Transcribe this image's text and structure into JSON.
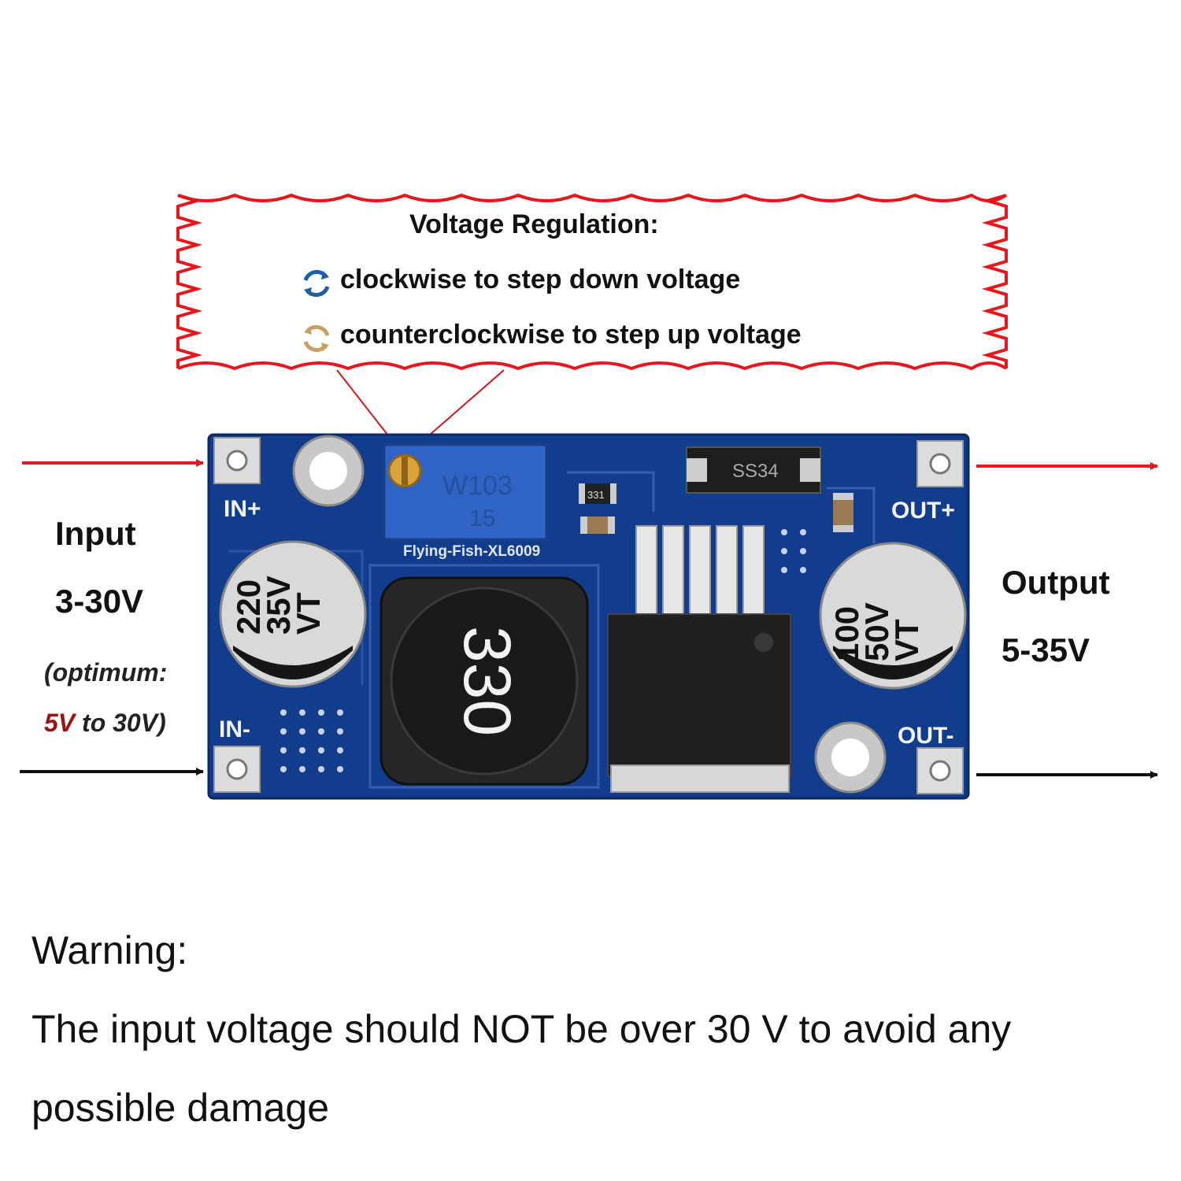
{
  "regulation": {
    "title": "Voltage Regulation",
    "title_suffix": ":",
    "clockwise": "clockwise to step down voltage",
    "counterclockwise": "counterclockwise to step up voltage",
    "icons": {
      "clockwise": "rotate-arrows-icon",
      "counterclockwise": "rotate-arrows-icon"
    },
    "colors": {
      "frame": "#e8161c",
      "clockwise_icon": "#1f5fa8",
      "counterclockwise_icon": "#c9a064"
    }
  },
  "input": {
    "label": "Input",
    "range": "3-30V",
    "note_prefix": "(optimum",
    "note_colon": ":",
    "note_value": "5V",
    "note_suffix": " to 30V)",
    "note_value_color": "#9b1010"
  },
  "output": {
    "label": "Output",
    "range": "5-35V"
  },
  "board": {
    "colors": {
      "pcb": "#123d8c",
      "arrow_positive": "#e8161c",
      "arrow_negative": "#111111"
    },
    "pins": {
      "in_plus": "IN+",
      "in_minus": "IN-",
      "out_plus": "OUT+",
      "out_minus": "OUT-"
    },
    "potentiometer": {
      "top": "W103",
      "bottom": "15"
    },
    "silkscreen": "Flying-Fish-XL6009",
    "diode": "SS34",
    "smd_resistor": "331",
    "inductor": "330",
    "cap_in": {
      "line1": "220",
      "line2": "35V",
      "line3": "VT"
    },
    "cap_out": {
      "line1": "100",
      "line2": "50V",
      "line3": "VT"
    }
  },
  "warning": {
    "title": "Warning:",
    "line1": "The input voltage should NOT be over 30 V to avoid any",
    "line2": "possible damage"
  }
}
